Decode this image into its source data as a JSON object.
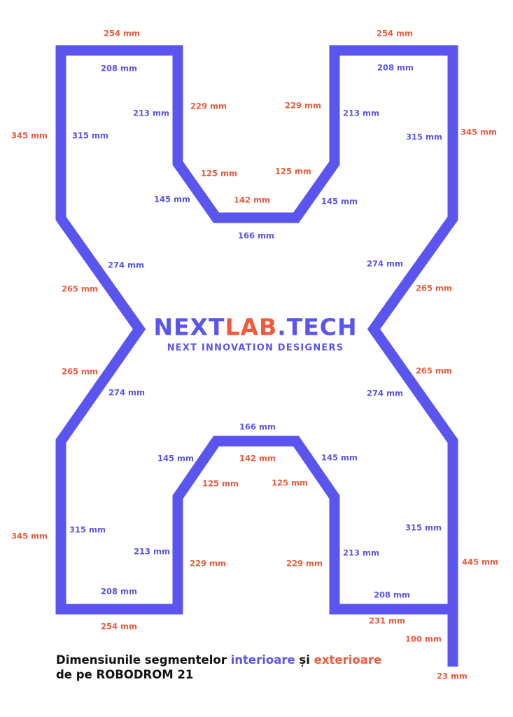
{
  "colors": {
    "interior": "#5a55ee",
    "exterior": "#f05a3c",
    "track": "#5a55ee",
    "text": "#111111"
  },
  "logo": {
    "part1": "NEXT",
    "part2": "LAB",
    "part3": ".TECH",
    "tagline": "NEXT INNOVATION DESIGNERS"
  },
  "caption": {
    "line1_prefix": "Dimensiunile segmentelor ",
    "interior_word": "interioare",
    "connector": " și ",
    "exterior_word": "exterioare",
    "line2": "de pe ROBODROM 21"
  },
  "labels": [
    {
      "text": "254 mm",
      "kind": "exterior"
    },
    {
      "text": "208 mm",
      "kind": "interior"
    },
    {
      "text": "213 mm",
      "kind": "interior"
    },
    {
      "text": "229 mm",
      "kind": "exterior"
    },
    {
      "text": "345 mm",
      "kind": "exterior"
    },
    {
      "text": "315 mm",
      "kind": "interior"
    },
    {
      "text": "125 mm",
      "kind": "exterior"
    },
    {
      "text": "145 mm",
      "kind": "interior"
    },
    {
      "text": "142 mm",
      "kind": "exterior"
    },
    {
      "text": "166 mm",
      "kind": "interior"
    },
    {
      "text": "254 mm",
      "kind": "exterior"
    },
    {
      "text": "208 mm",
      "kind": "interior"
    },
    {
      "text": "229 mm",
      "kind": "exterior"
    },
    {
      "text": "213 mm",
      "kind": "interior"
    },
    {
      "text": "125 mm",
      "kind": "exterior"
    },
    {
      "text": "145 mm",
      "kind": "interior"
    },
    {
      "text": "315 mm",
      "kind": "interior"
    },
    {
      "text": "345 mm",
      "kind": "exterior"
    },
    {
      "text": "274 mm",
      "kind": "interior"
    },
    {
      "text": "265 mm",
      "kind": "exterior"
    },
    {
      "text": "274 mm",
      "kind": "interior"
    },
    {
      "text": "265 mm",
      "kind": "exterior"
    },
    {
      "text": "265 mm",
      "kind": "exterior"
    },
    {
      "text": "274 mm",
      "kind": "interior"
    },
    {
      "text": "265 mm",
      "kind": "exterior"
    },
    {
      "text": "274 mm",
      "kind": "interior"
    },
    {
      "text": "166 mm",
      "kind": "interior"
    },
    {
      "text": "145 mm",
      "kind": "interior"
    },
    {
      "text": "142 mm",
      "kind": "exterior"
    },
    {
      "text": "145 mm",
      "kind": "interior"
    },
    {
      "text": "125 mm",
      "kind": "exterior"
    },
    {
      "text": "125 mm",
      "kind": "exterior"
    },
    {
      "text": "345 mm",
      "kind": "exterior"
    },
    {
      "text": "315 mm",
      "kind": "interior"
    },
    {
      "text": "213 mm",
      "kind": "interior"
    },
    {
      "text": "229 mm",
      "kind": "exterior"
    },
    {
      "text": "208 mm",
      "kind": "interior"
    },
    {
      "text": "254 mm",
      "kind": "exterior"
    },
    {
      "text": "229 mm",
      "kind": "exterior"
    },
    {
      "text": "213 mm",
      "kind": "interior"
    },
    {
      "text": "315 mm",
      "kind": "interior"
    },
    {
      "text": "445 mm",
      "kind": "exterior"
    },
    {
      "text": "208 mm",
      "kind": "interior"
    },
    {
      "text": "231 mm",
      "kind": "exterior"
    },
    {
      "text": "100 mm",
      "kind": "exterior"
    },
    {
      "text": "23 mm",
      "kind": "exterior"
    }
  ]
}
